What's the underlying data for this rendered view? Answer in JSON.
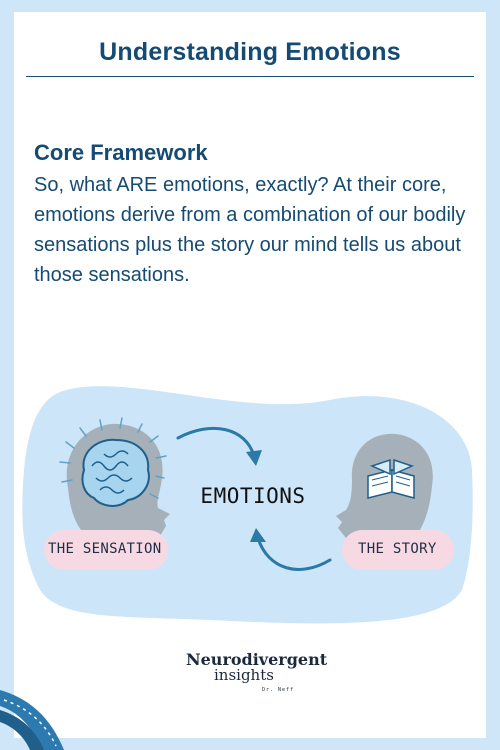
{
  "header": {
    "title": "Understanding Emotions"
  },
  "section": {
    "title": "Core Framework",
    "body": "So, what ARE emotions, exactly? At their core, emotions derive from a combination of our bodily sensations plus the story our mind tells us about those sensations."
  },
  "diagram": {
    "center_label": "EMOTIONS",
    "left_label": "THE SENSATION",
    "right_label": "THE STORY"
  },
  "logo": {
    "main": "Neurodivergent",
    "sub": "insights",
    "byline": "Dr. Neff"
  },
  "colors": {
    "background": "#cfe6f8",
    "title": "#154a72",
    "blob": "#cde5f8",
    "pill": "#f7d9e3",
    "head": "#a6b0b9",
    "accent": "#2a7aa5"
  }
}
